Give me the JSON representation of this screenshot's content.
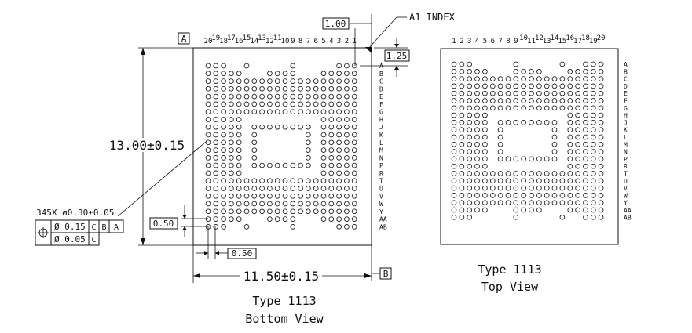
{
  "bottom_view": {
    "dim_width": "11.50±0.15",
    "dim_height": "13.00±0.15",
    "pitch_h": "0.50",
    "pitch_v": "0.50",
    "a1_offset_x": "1.00",
    "a1_offset_y": "1.25",
    "a1_index": "A1 INDEX",
    "datum_a": "A",
    "datum_b": "B",
    "ball_note": "345X ø0.30±0.05",
    "fcf": {
      "symbol": "⌖",
      "row1": {
        "tol": "Ø 0.15",
        "d1": "C",
        "d2": "B",
        "d3": "A"
      },
      "row2": {
        "tol": "Ø 0.05",
        "d1": "C"
      }
    },
    "col_labels": [
      "20",
      "19",
      "18",
      "17",
      "16",
      "15",
      "14",
      "13",
      "12",
      "11",
      "10",
      "9",
      "8",
      "7",
      "6",
      "5",
      "4",
      "3",
      "2",
      "1"
    ],
    "caption_line1": "Type 1113",
    "caption_line2": "Bottom View"
  },
  "top_view": {
    "col_labels": [
      "1",
      "2",
      "3",
      "4",
      "5",
      "6",
      "7",
      "8",
      "9",
      "10",
      "11",
      "12",
      "13",
      "14",
      "15",
      "16",
      "17",
      "18",
      "19",
      "20"
    ],
    "caption_line1": "Type 1113",
    "caption_line2": "Top View"
  },
  "row_labels": [
    "A",
    "B",
    "C",
    "D",
    "E",
    "F",
    "G",
    "H",
    "J",
    "K",
    "L",
    "M",
    "N",
    "P",
    "R",
    "T",
    "U",
    "V",
    "W",
    "Y",
    "AA",
    "AB"
  ]
}
